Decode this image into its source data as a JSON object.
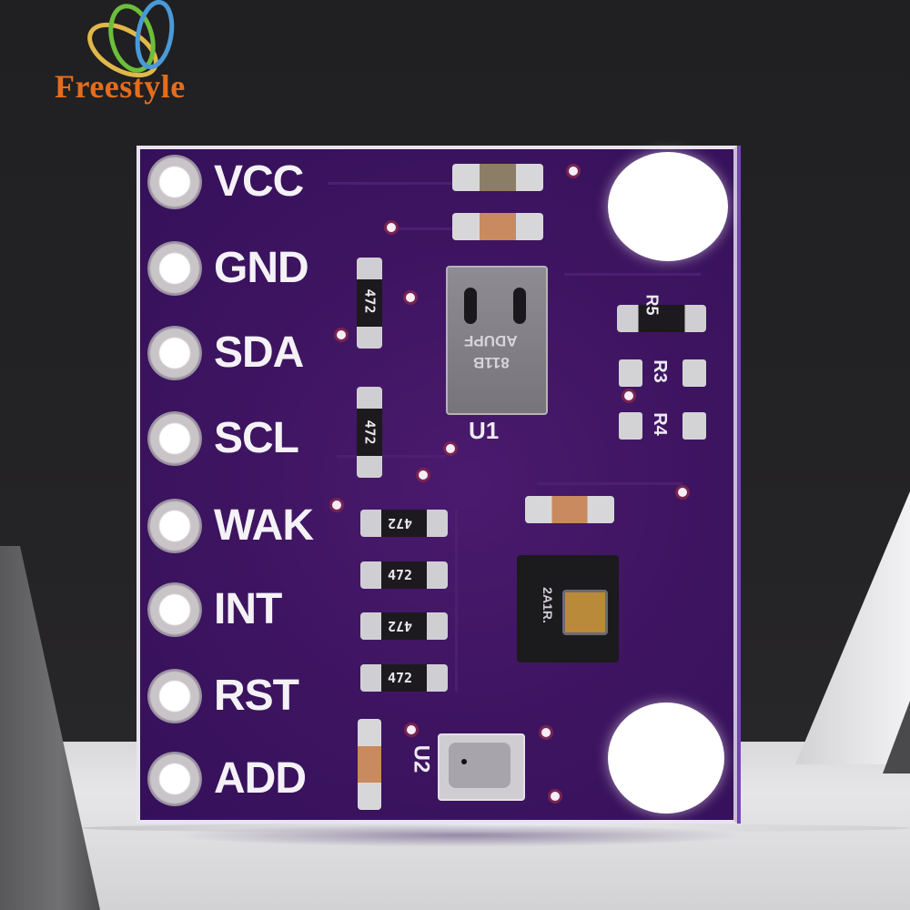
{
  "brand": {
    "name": "Freestyle",
    "text_color": "#e46d1c",
    "ring_colors": [
      "#e0b84a",
      "#6cbf3a",
      "#4a9ad8"
    ]
  },
  "product": {
    "board_color": "#3d1460",
    "pins": [
      {
        "label": "VCC"
      },
      {
        "label": "GND"
      },
      {
        "label": "SDA"
      },
      {
        "label": "SCL"
      },
      {
        "label": "WAK"
      },
      {
        "label": "INT"
      },
      {
        "label": "RST"
      },
      {
        "label": "ADD"
      }
    ],
    "resistor_codes": [
      "472",
      "472",
      "472",
      "472",
      "472",
      "472"
    ],
    "components": {
      "u1_label": "U1",
      "u1_marking_line1": "ADUPF",
      "u1_marking_line2": "811B",
      "u2_label": "U2",
      "sensor_marking": "2A1R.",
      "r3_label": "R3",
      "r4_label": "R4",
      "r5_label": "R5"
    }
  }
}
